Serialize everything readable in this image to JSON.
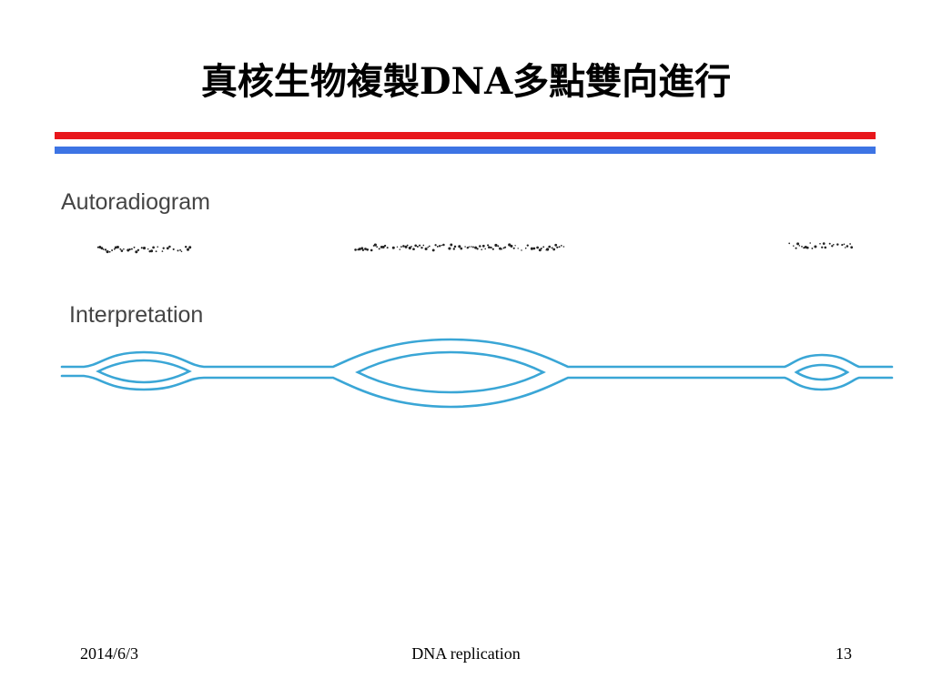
{
  "slide": {
    "title": "真核生物複製DNA多點雙向進行",
    "colors": {
      "rule_top": "#e8171c",
      "rule_bottom": "#3d74e4",
      "dna_strand": "#3aa6d6",
      "grain": "#222222"
    }
  },
  "diagram": {
    "autoradiogram_label": "Autoradiogram",
    "interpretation_label": "Interpretation",
    "replication_bubbles": 3
  },
  "footer": {
    "date": "2014/6/3",
    "topic": "DNA replication",
    "page": "13"
  }
}
